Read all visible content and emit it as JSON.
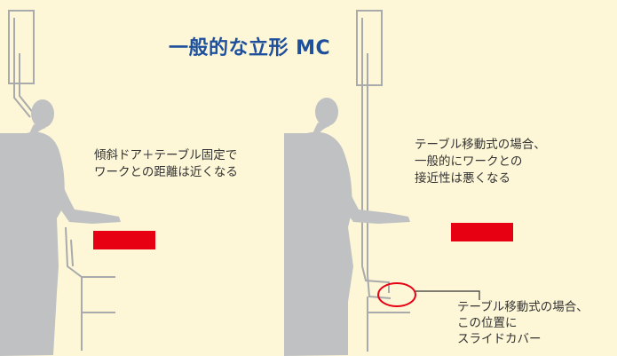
{
  "title": "一般的な立形 MC",
  "left_caption": {
    "line1": "傾斜ドア＋テーブル固定で",
    "line2": "ワークとの距離は近くなる"
  },
  "right_caption": {
    "line1": "テーブル移動式の場合、",
    "line2": "一般的にワークとの",
    "line3": "接近性は悪くなる"
  },
  "cover_caption": {
    "line1": "テーブル移動式の場合、",
    "line2": "この位置に",
    "line3": "スライドカバー"
  },
  "colors": {
    "background": "#FDF6D7",
    "person": "#BFC1C3",
    "machine_line": "#A8AAAC",
    "workpiece": "#E60012",
    "highlight": "#E60012",
    "title": "#1E4F9C",
    "text": "#333333"
  }
}
